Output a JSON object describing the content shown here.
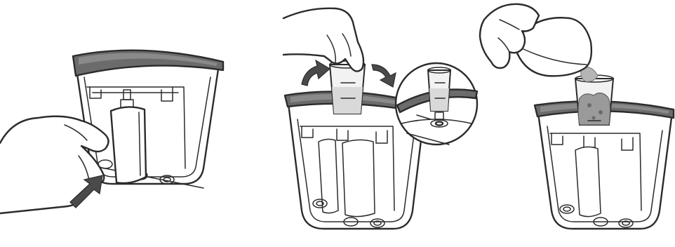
{
  "figure": {
    "panels": [
      {
        "id": 1,
        "action": "insert-pouch",
        "icons": [
          "hand",
          "pouch",
          "push-arrow"
        ]
      },
      {
        "id": 2,
        "action": "twist-cup",
        "icons": [
          "hand",
          "cup",
          "rotate-left-arrow",
          "rotate-right-arrow",
          "detail-magnifier"
        ]
      },
      {
        "id": 3,
        "action": "pour-food",
        "icons": [
          "hand",
          "bowl",
          "cup",
          "food"
        ]
      }
    ],
    "colors": {
      "outline": "#2b2b2b",
      "rim": "#6b6b6b",
      "arrow": "#4a4a4a",
      "liquid": "#d9d9d9",
      "food": "#9a9a9a"
    }
  }
}
